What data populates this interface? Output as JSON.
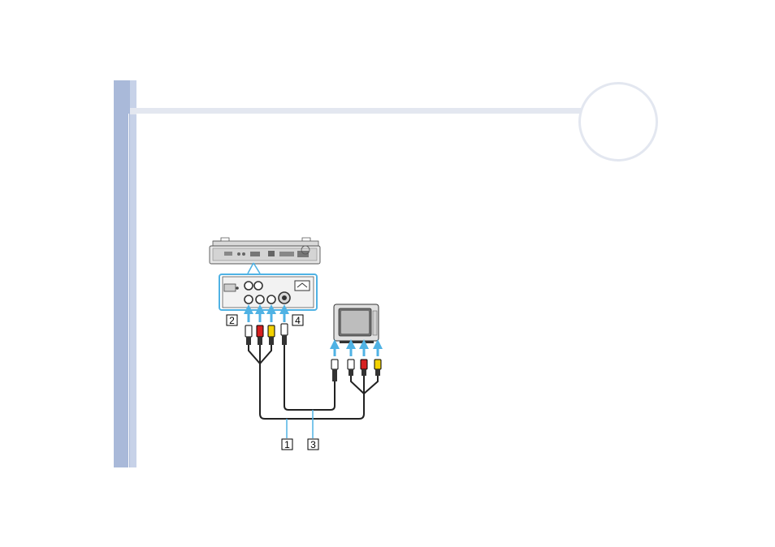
{
  "callouts": {
    "c1": "1",
    "c2": "2",
    "c3": "3",
    "c4": "4"
  },
  "colors": {
    "sidebar": "#a9b9d9",
    "arrow": "#4fb2e4",
    "cable_red": "#d62020",
    "cable_yellow": "#f3d200",
    "cable_white": "#ffffff"
  }
}
